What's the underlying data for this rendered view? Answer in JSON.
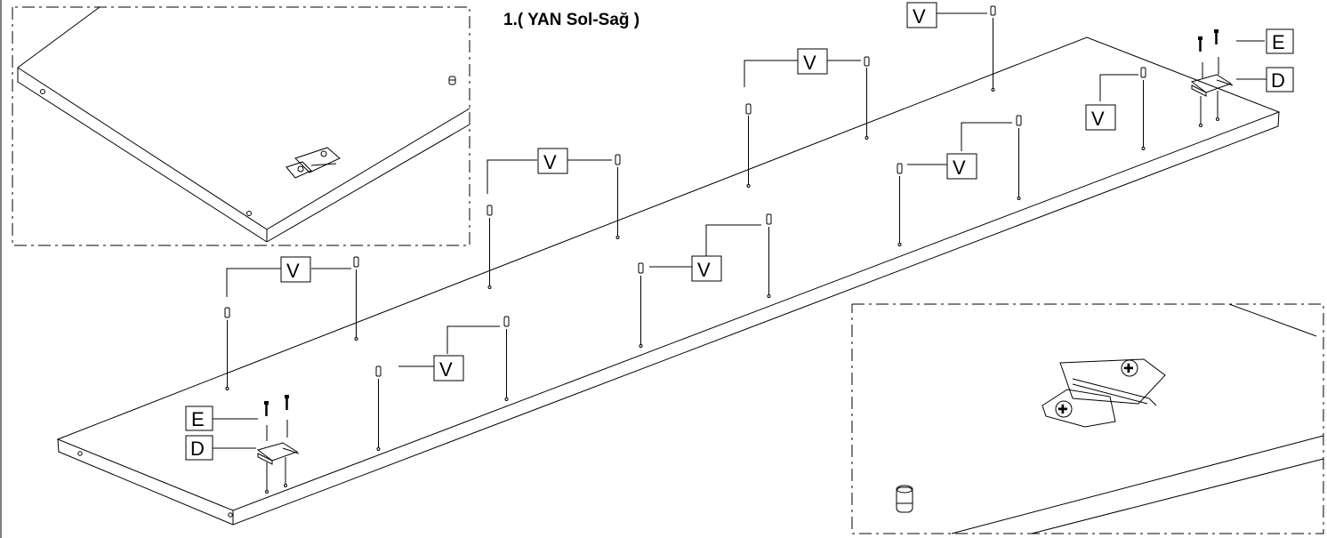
{
  "title": "1.( YAN Sol-Sağ )",
  "labels": {
    "dowel": "V",
    "screw": "E",
    "hinge_plate": "D"
  },
  "icons": [
    "dowel-icon",
    "screw-icon",
    "hinge-plate-icon"
  ]
}
